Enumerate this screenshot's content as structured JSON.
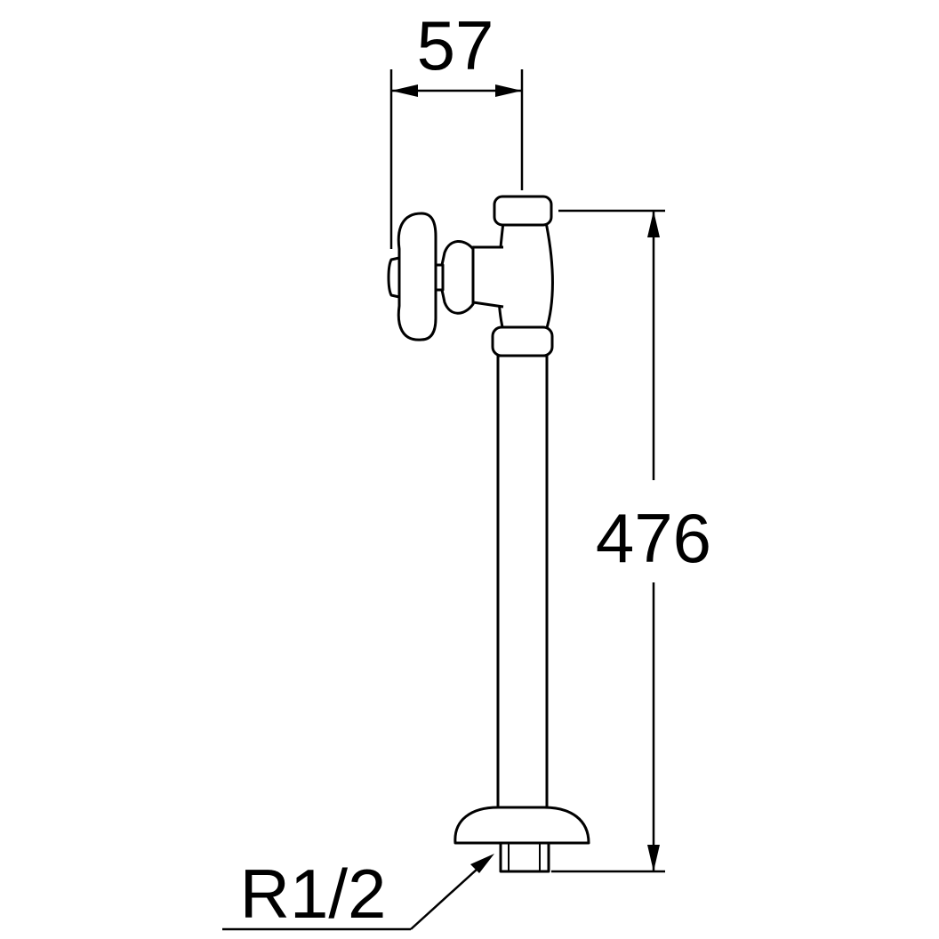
{
  "dimensions": {
    "handle_offset": "57",
    "overall_height": "476",
    "thread_size": "R1/2"
  },
  "colors": {
    "line": "#000000",
    "background": "#ffffff"
  }
}
